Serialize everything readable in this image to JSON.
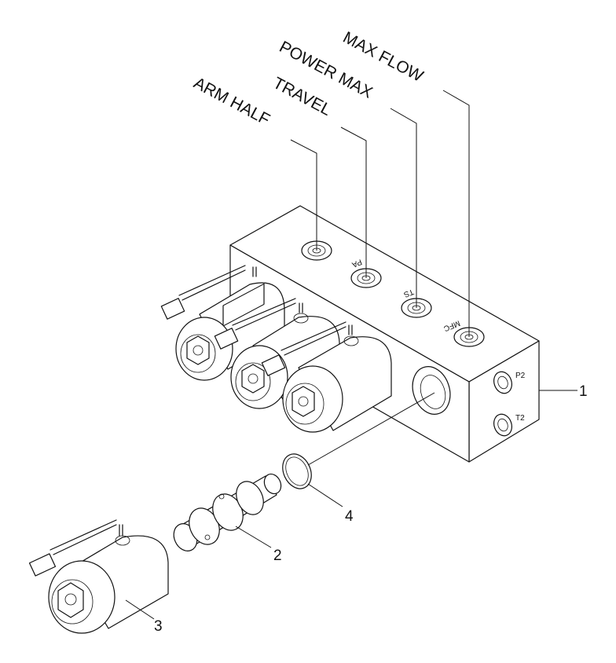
{
  "callouts": {
    "max_flow": "MAX FLOW",
    "power_max": "POWER MAX",
    "travel": "TRAVEL",
    "arm_half": "ARM HALF"
  },
  "part_numbers": {
    "block": "1",
    "spool": "2",
    "solenoid": "3",
    "o_ring": "4"
  },
  "ports": {
    "p2": "P2",
    "t2": "T2",
    "pa": "PA",
    "ts": "TS",
    "mfc": "MFC"
  }
}
